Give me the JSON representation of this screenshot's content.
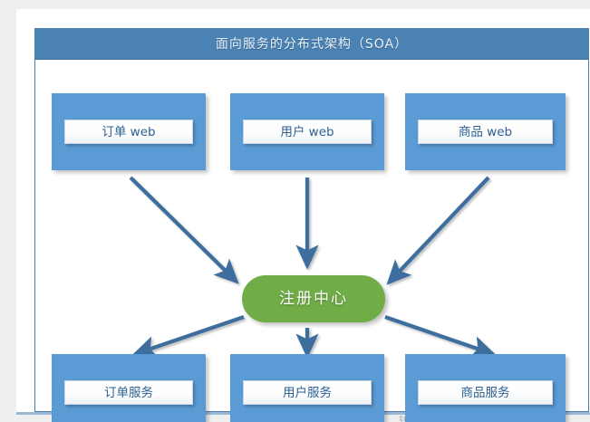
{
  "figure": {
    "title": "面向服务的分布式架构（SOA）",
    "accent_blue": "#5b9bd5",
    "title_bar_blue": "#4a82b4",
    "registry_green": "#70ad47",
    "arrow_blue": "#3d6e9e"
  },
  "registry": {
    "label": "注册中心"
  },
  "web_tier": [
    {
      "id": "order-web",
      "label": "订单 web"
    },
    {
      "id": "user-web",
      "label": "用户 web"
    },
    {
      "id": "product-web",
      "label": "商品 web"
    }
  ],
  "service_tier": [
    {
      "id": "order-service",
      "label": "订单服务"
    },
    {
      "id": "user-service",
      "label": "用户服务"
    },
    {
      "id": "product-service",
      "label": "商品服务"
    }
  ],
  "connections": [
    {
      "from": "订单 web",
      "to": "注册中心"
    },
    {
      "from": "用户 web",
      "to": "注册中心"
    },
    {
      "from": "商品 web",
      "to": "注册中心"
    },
    {
      "from": "注册中心",
      "to": "订单服务"
    },
    {
      "from": "注册中心",
      "to": "用户服务"
    },
    {
      "from": "注册中心",
      "to": "商品服务"
    }
  ],
  "footer": {
    "scrap_text": "转自网络"
  }
}
